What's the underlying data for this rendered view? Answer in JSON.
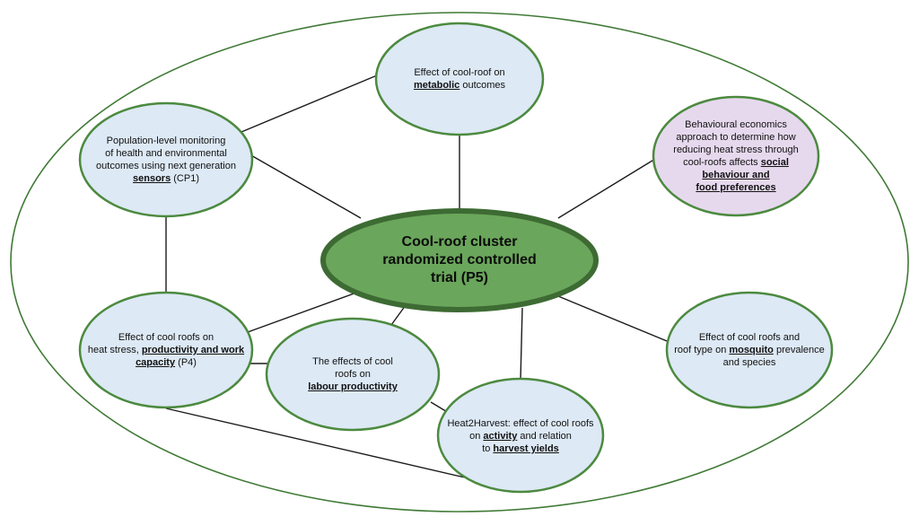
{
  "colors": {
    "outer_ellipse": "#3f7a35",
    "node_fill": "#dde9f5",
    "node_stroke": "#4c8a3f",
    "highlight_fill": "#e6d9ee",
    "center_fill": "#6aa65b",
    "center_stroke": "#3d6b33",
    "connector": "#1a1a1a"
  },
  "center": {
    "line1": "Cool-roof cluster",
    "line2": "randomized controlled",
    "line3": "trial (P5)"
  },
  "nodes": {
    "metabolic": {
      "pre": "Effect of cool-roof on",
      "bold": "metabolic",
      "post": " outcomes"
    },
    "sensors": {
      "line1": "Population-level monitoring",
      "line2": "of health and environmental",
      "line3": "outcomes using next generation",
      "bold": "sensors",
      "post": " (CP1)"
    },
    "behaviour": {
      "line1": "Behavioural economics",
      "line2": "approach to determine how",
      "line3": "reducing heat stress through",
      "line4_pre": "cool-roofs affects ",
      "bold1": "social",
      "bold2": "behaviour and",
      "bold3": "food preferences"
    },
    "heat_stress": {
      "line1": "Effect of cool roofs on",
      "line2_pre": "heat stress, ",
      "bold1": "productivity and work",
      "bold2": "capacity",
      "post": " (P4)"
    },
    "labour": {
      "line1": "The effects of cool",
      "line2": "roofs on",
      "bold": "labour productivity"
    },
    "harvest": {
      "line1": "Heat2Harvest: effect of cool roofs",
      "line2_pre": "on ",
      "bold1": "activity",
      "line2_post": " and relation",
      "line3_pre": "to ",
      "bold2": "harvest yields"
    },
    "mosquito": {
      "line1": "Effect of cool roofs and",
      "line2_pre": "roof type on ",
      "bold": "mosquito",
      "line2_post": " prevalence",
      "line3": "and species"
    }
  }
}
